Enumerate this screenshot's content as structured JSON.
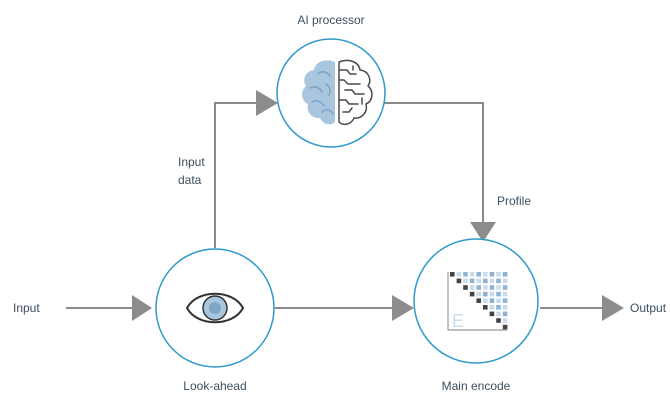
{
  "labels": {
    "input": "Input",
    "output": "Output",
    "ai_processor": "AI processor",
    "input_data_line1": "Input",
    "input_data_line2": "data",
    "profile": "Profile",
    "look_ahead": "Look-ahead",
    "main_encode": "Main encode",
    "encode_glyph": "E"
  },
  "colors": {
    "line": "#8a8a8a",
    "arrowhead": "#8c8c8c",
    "node_border": "#2e9ac9",
    "brain_left": "#a9c6de",
    "brain_left_dark": "#7ea6c6",
    "brain_right_stroke": "#4a4a4a",
    "eye_iris": "#a9c6de",
    "eye_pupil": "#7ea6c6",
    "eye_outline": "#333333",
    "matrix_light": "#c9dced",
    "matrix_dark": "#8fb4d3",
    "text": "#3d4f5e"
  },
  "icons": {
    "ai_processor": "brain-icon",
    "look_ahead": "eye-icon",
    "main_encode": "encode-matrix-icon"
  }
}
